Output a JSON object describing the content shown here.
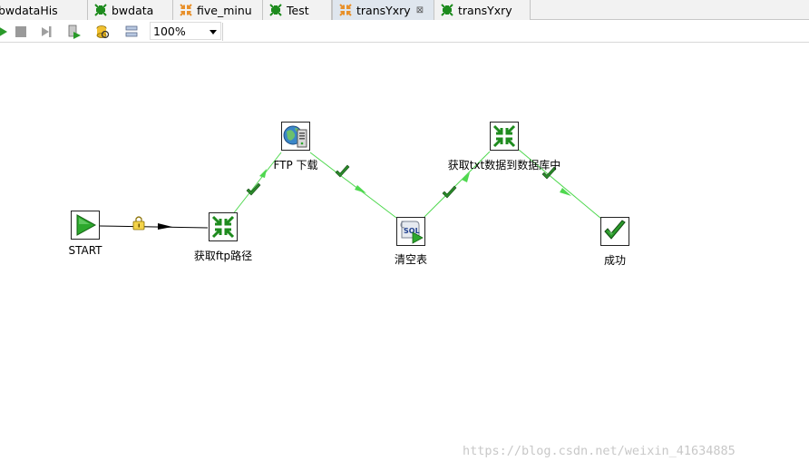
{
  "tabs": [
    {
      "label": "bwdataHis",
      "icon": "job-icon",
      "active": false
    },
    {
      "label": "bwdata",
      "icon": "transformation-icon",
      "active": false
    },
    {
      "label": "five_minu",
      "icon": "job-icon",
      "active": false
    },
    {
      "label": "Test",
      "icon": "transformation-icon",
      "active": false
    },
    {
      "label": "transYxry",
      "icon": "job-icon",
      "active": true
    },
    {
      "label": "transYxry",
      "icon": "transformation-icon",
      "active": false
    }
  ],
  "toolbar": {
    "zoom_value": "100%",
    "buttons": [
      "run-icon",
      "stop-icon",
      "replay-icon",
      "preview-icon",
      "check-icon",
      "align-icon"
    ]
  },
  "nodes": [
    {
      "id": "start",
      "label": "START",
      "icon": "start-icon"
    },
    {
      "id": "get_ftp_path",
      "label": "获取ftp路径",
      "icon": "transformation-icon"
    },
    {
      "id": "ftp_download",
      "label": "FTP 下载",
      "icon": "ftp-icon"
    },
    {
      "id": "clear_table",
      "label": "清空表",
      "icon": "sql-icon"
    },
    {
      "id": "load_txt",
      "label": "获取txt数据到数据库中",
      "icon": "transformation-icon"
    },
    {
      "id": "success",
      "label": "成功",
      "icon": "success-icon"
    }
  ],
  "hops": [
    {
      "from": "start",
      "to": "get_ftp_path",
      "type": "unconditional",
      "icon": "lock-icon"
    },
    {
      "from": "get_ftp_path",
      "to": "ftp_download",
      "type": "success",
      "icon": "checkmark-icon"
    },
    {
      "from": "ftp_download",
      "to": "clear_table",
      "type": "success",
      "icon": "checkmark-icon"
    },
    {
      "from": "clear_table",
      "to": "load_txt",
      "type": "success",
      "icon": "checkmark-icon"
    },
    {
      "from": "load_txt",
      "to": "success",
      "type": "success",
      "icon": "checkmark-icon"
    }
  ],
  "colors": {
    "hop_success": "#4fd84f",
    "hop_unconditional": "#000000",
    "trans_icon_green": "#1e8b1e",
    "job_icon_orange": "#e8902a"
  },
  "watermark": "https://blog.csdn.net/weixin_41634885"
}
